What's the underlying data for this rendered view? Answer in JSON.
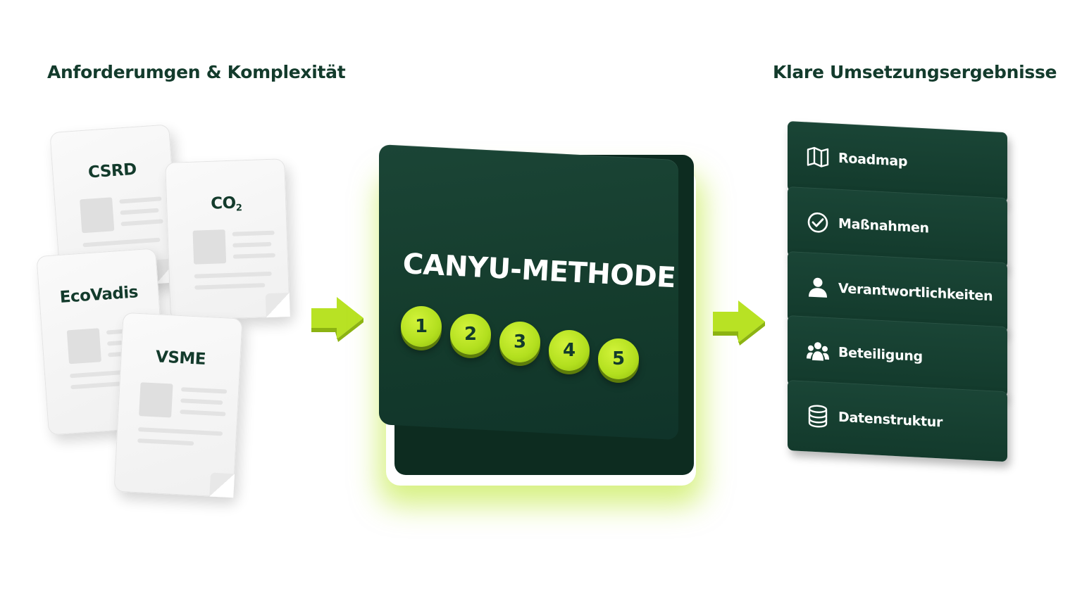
{
  "headings": {
    "left": "Anforderumgen & Komplexität",
    "right": "Klare Umsetzungsergebnisse"
  },
  "documents": [
    {
      "label": "CSRD"
    },
    {
      "label": "CO",
      "sub": "2"
    },
    {
      "label": "EcoVadis"
    },
    {
      "label": "VSME"
    }
  ],
  "method": {
    "title": "CANYU-METHODE",
    "steps": [
      "1",
      "2",
      "3",
      "4",
      "5"
    ]
  },
  "results": [
    {
      "label": "Roadmap",
      "icon": "map-icon"
    },
    {
      "label": "Maßnahmen",
      "icon": "check-circle-icon"
    },
    {
      "label": "Verantwortlichkeiten",
      "icon": "person-icon"
    },
    {
      "label": "Beteiligung",
      "icon": "group-icon"
    },
    {
      "label": "Datenstruktur",
      "icon": "database-icon"
    }
  ],
  "colors": {
    "dark_green": "#133b2c",
    "lime": "#b2df1e",
    "text_dark": "#133b2c"
  }
}
